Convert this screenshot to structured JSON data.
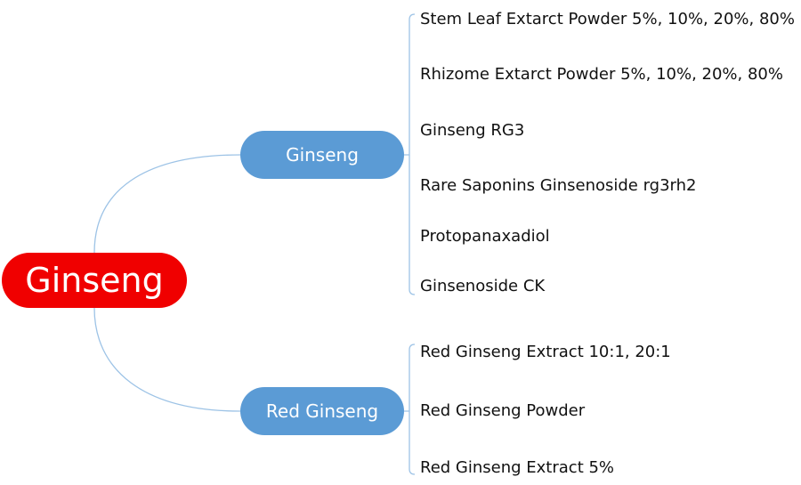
{
  "root": {
    "label": "Ginseng",
    "color": "#f00000"
  },
  "branches": [
    {
      "label": "Ginseng",
      "color": "#5b9bd5",
      "items": [
        "Stem Leaf Extarct Powder 5%, 10%, 20%, 80%",
        "Rhizome Extarct Powder 5%, 10%, 20%, 80%",
        "Ginseng RG3",
        "Rare Saponins Ginsenoside rg3rh2",
        "Protopanaxadiol",
        "Ginsenoside CK"
      ]
    },
    {
      "label": "Red Ginseng",
      "color": "#5b9bd5",
      "items": [
        "Red Ginseng Extract 10:1, 20:1",
        "Red Ginseng Powder",
        "Red Ginseng Extract 5%"
      ]
    }
  ],
  "connector_color": "#9dc3e6"
}
